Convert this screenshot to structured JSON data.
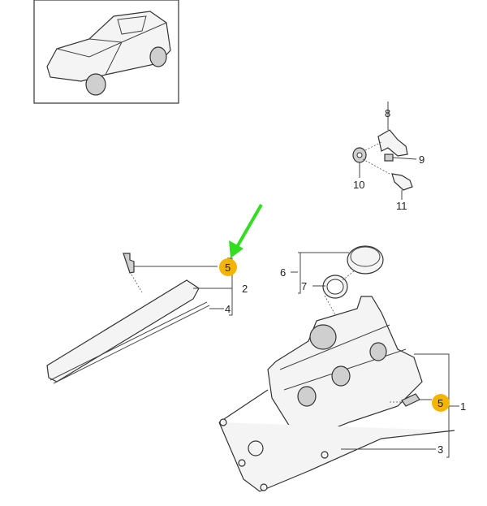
{
  "diagram": {
    "callouts": {
      "c1": "1",
      "c2": "2",
      "c3": "3",
      "c4": "4",
      "c5a": "5",
      "c5b": "5",
      "c6": "6",
      "c7": "7",
      "c8": "8",
      "c9": "9",
      "c10": "10",
      "c11": "11"
    },
    "highlight_color": "#f5b400",
    "arrow_color": "#33dd22"
  }
}
